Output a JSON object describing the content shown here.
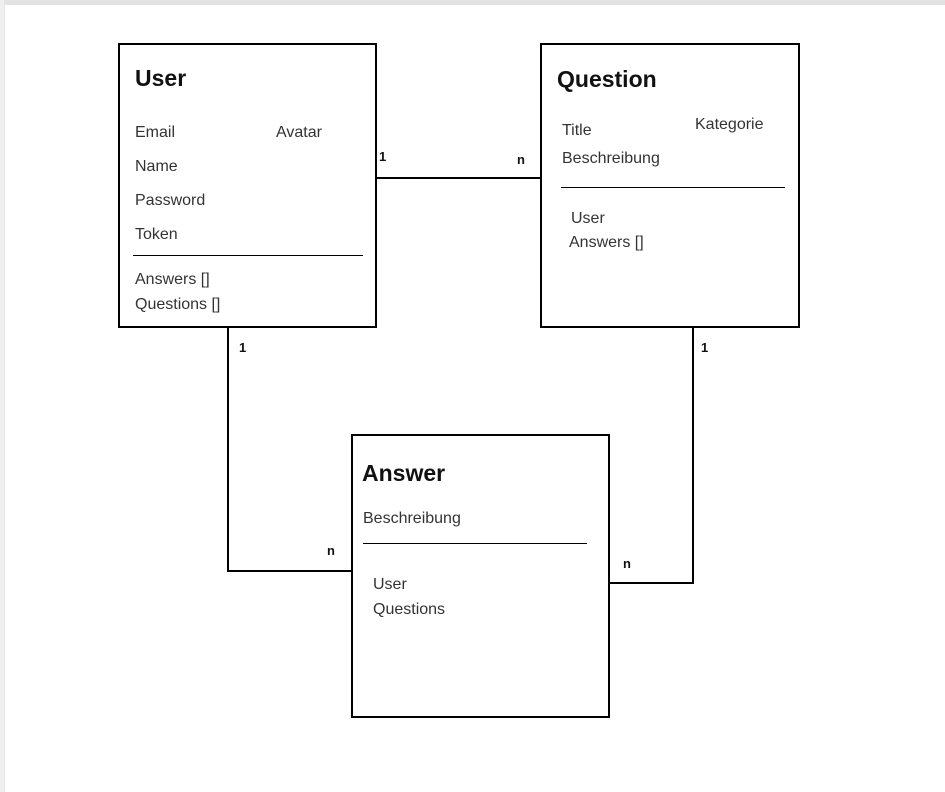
{
  "page": {
    "background": "#ffffff",
    "top_strip_color": "#e2e2e2",
    "left_strip_color": "#efefef",
    "line_color": "#000000"
  },
  "diagram_type": "entity-relationship",
  "entities": [
    {
      "title": "User",
      "fields_col1": [
        "Email",
        "Name",
        "Password",
        "Token"
      ],
      "fields_col2": [
        "Avatar"
      ],
      "links": [
        "Answers []",
        "Questions []"
      ]
    },
    {
      "title": "Question",
      "fields_col1": [
        "Title",
        "Beschreibung"
      ],
      "fields_col2": [
        "Kategorie"
      ],
      "links": [
        "User",
        "Answers []"
      ]
    },
    {
      "title": "Answer",
      "fields_col1": [
        "Beschreibung"
      ],
      "fields_col2": [],
      "links": [
        "User",
        "Questions"
      ]
    }
  ],
  "connections": [
    {
      "between": "User-Question",
      "source_cardinality": "1",
      "target_cardinality": "n"
    },
    {
      "between": "User-Answer",
      "source_cardinality": "1",
      "target_cardinality": "n"
    },
    {
      "between": "Question-Answer",
      "source_cardinality": "1",
      "target_cardinality": "n"
    }
  ]
}
